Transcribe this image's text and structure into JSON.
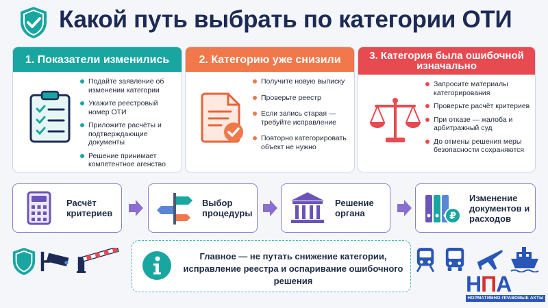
{
  "title": "Какой путь выбрать по категории ОТИ",
  "colors": {
    "teal": "#19a6a0",
    "orange": "#f0784b",
    "red": "#e74a50",
    "navy": "#1c2a55",
    "purple": "#6b54b8"
  },
  "cards": [
    {
      "heading": "1. Показатели изменились",
      "icon": "clipboard-checklist-icon",
      "items": [
        "Подайте заявление об изменении категории",
        "Укажите реестровый номер ОТИ",
        "Приложите расчёты и подтверждающие документы",
        "Решение принимает компетентное агенство"
      ]
    },
    {
      "heading": "2. Категорию уже снизили",
      "icon": "document-check-icon",
      "items": [
        "Получите новую выписку",
        "Проверьте реестр",
        "Если запись старая — требуйте исправление",
        "Повторно категорировать объект не нужно"
      ]
    },
    {
      "heading": "3. Категория была ошибочной изначально",
      "icon": "scales-icon",
      "items": [
        "Запросите материалы категорирования",
        "Проверьте расчёт критериев",
        "При отказе — жалоба и арбитражный суд",
        "До отмены решения меры безопасности сохраняются"
      ]
    }
  ],
  "flow": [
    {
      "label": "Расчёт критериев",
      "icon": "calculator-icon"
    },
    {
      "label": "Выбор процедуры",
      "icon": "signpost-icon"
    },
    {
      "label": "Решение органа",
      "icon": "government-building-icon"
    },
    {
      "label": "Изменение документов и расходов",
      "icon": "binders-ruble-icon"
    }
  ],
  "note": {
    "icon": "info-icon",
    "text": "Главное — не путать снижение категории, исправление реестра и оспаривание ошибочного решения"
  },
  "bottom_icons_left": [
    "shield-icon",
    "cctv-camera-icon",
    "barrier-gate-icon"
  ],
  "bottom_icons_right": [
    "train-icon",
    "bus-icon",
    "airplane-icon",
    "ship-icon"
  ],
  "logo": {
    "letters_1": "Н",
    "letters_2": "П",
    "letters_3": "А",
    "subtitle": "НОРМАТИВНО-ПРАВОВЫЕ АКТЫ"
  }
}
